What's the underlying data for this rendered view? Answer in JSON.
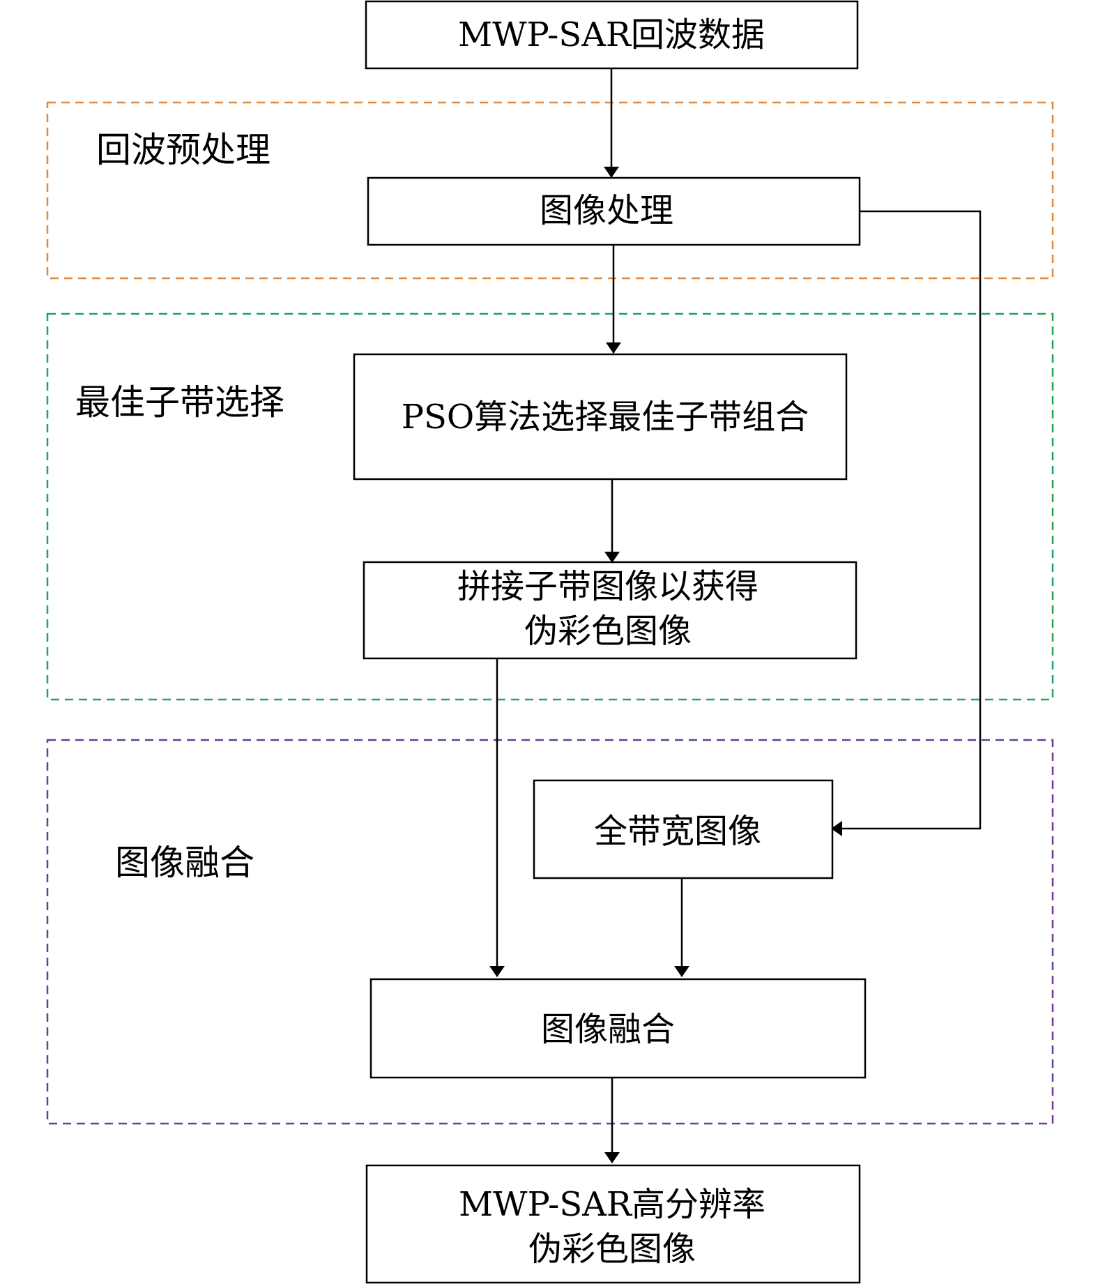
{
  "groups": {
    "preprocess": {
      "label": "回波预处理",
      "color": "#E0883E"
    },
    "subband_selection": {
      "label": "最佳子带选择",
      "color": "#1FA65A"
    },
    "fusion": {
      "label": "图像融合",
      "color": "#6A3D9A"
    }
  },
  "nodes": {
    "echo_data": {
      "line1": "MWP-SAR回波数据"
    },
    "image_processing": {
      "line1": "图像处理"
    },
    "pso_selection": {
      "line1": "PSO算法选择最佳子带组合"
    },
    "stitch_subbands": {
      "line1": "拼接子带图像以获得",
      "line2": "伪彩色图像"
    },
    "full_bandwidth": {
      "line1": "全带宽图像"
    },
    "image_fusion": {
      "line1": "图像融合"
    },
    "output": {
      "line1": "MWP-SAR高分辨率",
      "line2": "伪彩色图像"
    }
  }
}
